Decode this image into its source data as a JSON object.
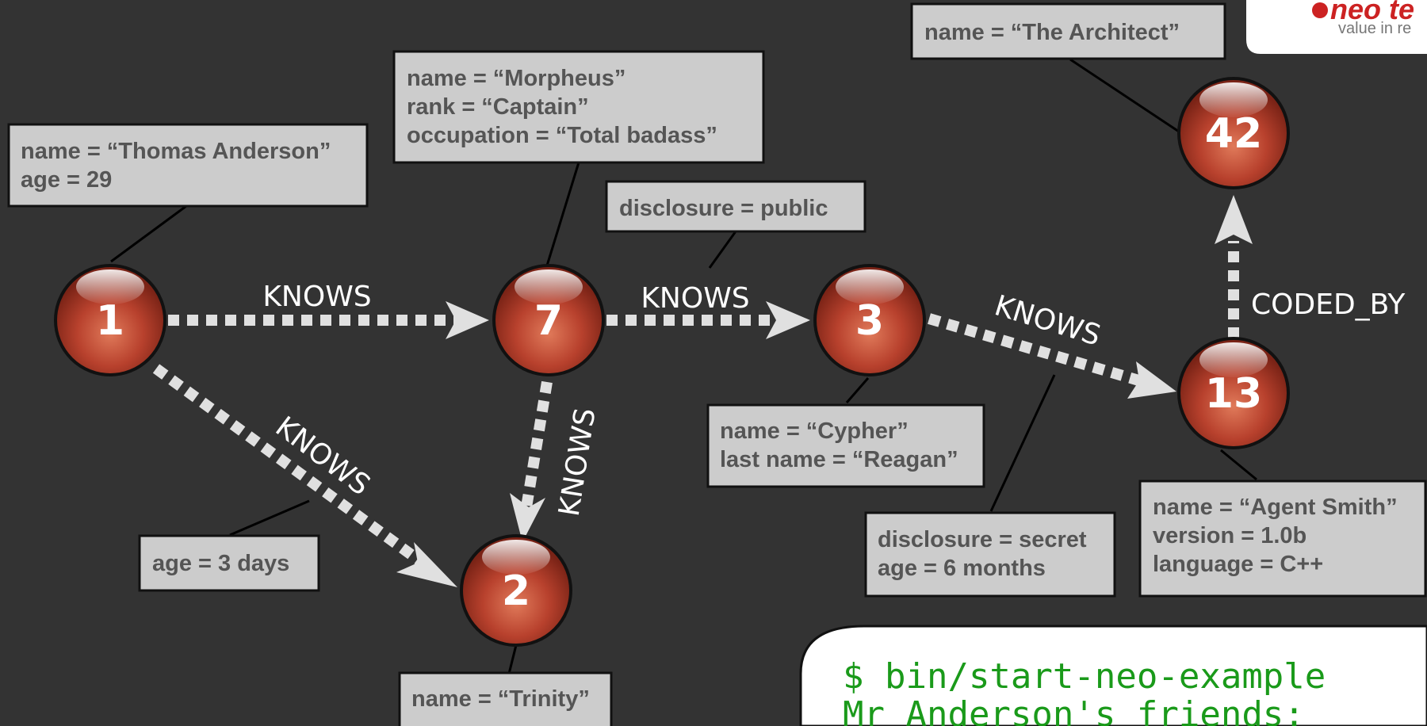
{
  "diagram": {
    "nodes": [
      {
        "id": "n1",
        "label": "1"
      },
      {
        "id": "n7",
        "label": "7"
      },
      {
        "id": "n3",
        "label": "3"
      },
      {
        "id": "n13",
        "label": "13"
      },
      {
        "id": "n42",
        "label": "42"
      },
      {
        "id": "n2",
        "label": "2"
      }
    ],
    "edges": [
      {
        "id": "e1_7",
        "label": "KNOWS"
      },
      {
        "id": "e7_3",
        "label": "KNOWS"
      },
      {
        "id": "e3_13",
        "label": "KNOWS"
      },
      {
        "id": "e1_2",
        "label": "KNOWS"
      },
      {
        "id": "e7_2",
        "label": "KNOWS"
      },
      {
        "id": "e13_42",
        "label": "CODED_BY"
      }
    ],
    "property_boxes": [
      {
        "id": "p1",
        "lines": [
          "name = “Thomas Anderson”",
          "age = 29"
        ]
      },
      {
        "id": "p7",
        "lines": [
          "name = “Morpheus”",
          "rank = “Captain”",
          "occupation = “Total badass”"
        ]
      },
      {
        "id": "p42",
        "lines": [
          "name = “The Architect”"
        ]
      },
      {
        "id": "pe73",
        "lines": [
          "disclosure = public"
        ]
      },
      {
        "id": "p3",
        "lines": [
          "name = “Cypher”",
          "last name = “Reagan”"
        ]
      },
      {
        "id": "pe313",
        "lines": [
          "disclosure = secret",
          "age = 6 months"
        ]
      },
      {
        "id": "p13",
        "lines": [
          "name = “Agent Smith”",
          "version = 1.0b",
          "language = C++"
        ]
      },
      {
        "id": "pe12",
        "lines": [
          "age = 3 days"
        ]
      },
      {
        "id": "p2",
        "lines": [
          "name = “Trinity”"
        ]
      }
    ]
  },
  "terminal": {
    "lines": [
      "$ bin/start-neo-example",
      "Mr Anderson's friends:"
    ]
  },
  "logo": {
    "brand": "neo te",
    "tagline": "value in re"
  },
  "colors": {
    "background": "#333333",
    "node_fill": "#b8412d",
    "arrow": "#e0e0e0",
    "box_fill": "#cccccc",
    "terminal_text": "#1a9a1a"
  }
}
